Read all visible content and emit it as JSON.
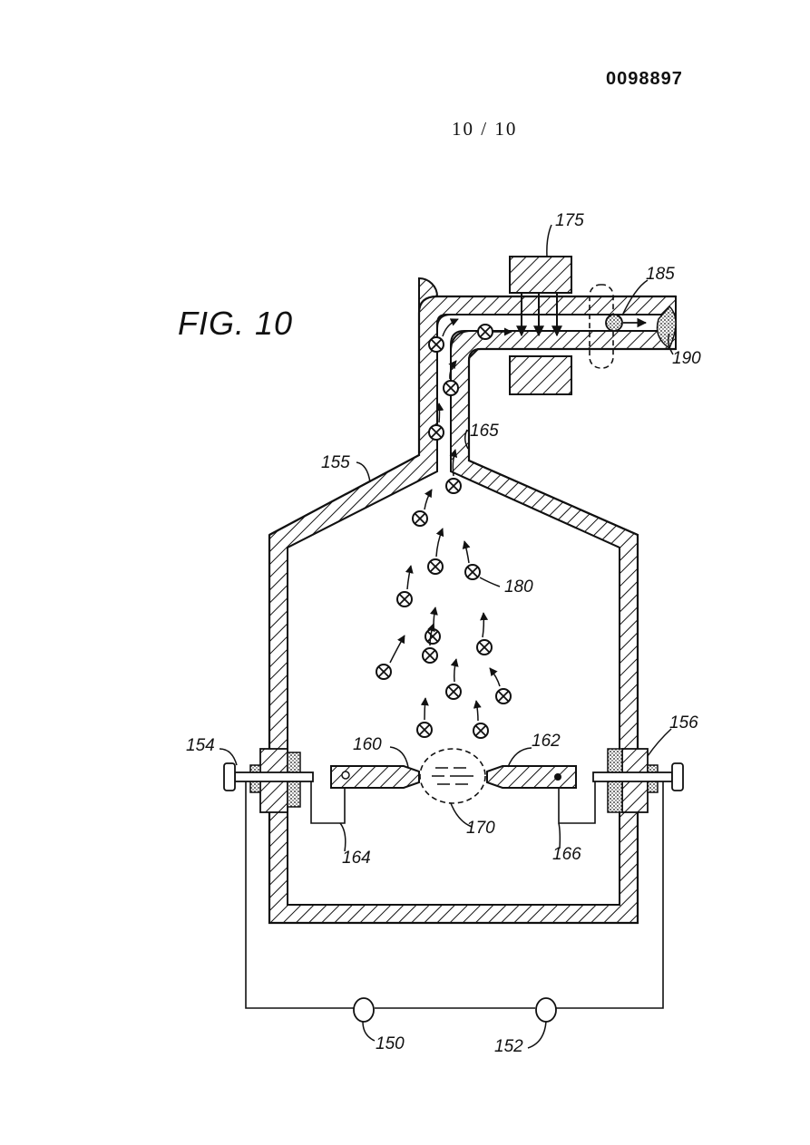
{
  "header": {
    "document_number": "0098897",
    "sheet": "10 / 10"
  },
  "figure": {
    "title": "FIG. 10"
  },
  "labels": {
    "l150": "150",
    "l152": "152",
    "l154": "154",
    "l155": "155",
    "l156": "156",
    "l160": "160",
    "l162": "162",
    "l164": "164",
    "l165": "165",
    "l166": "166",
    "l170": "170",
    "l175": "175",
    "l180": "180",
    "l185": "185",
    "l190": "190"
  }
}
